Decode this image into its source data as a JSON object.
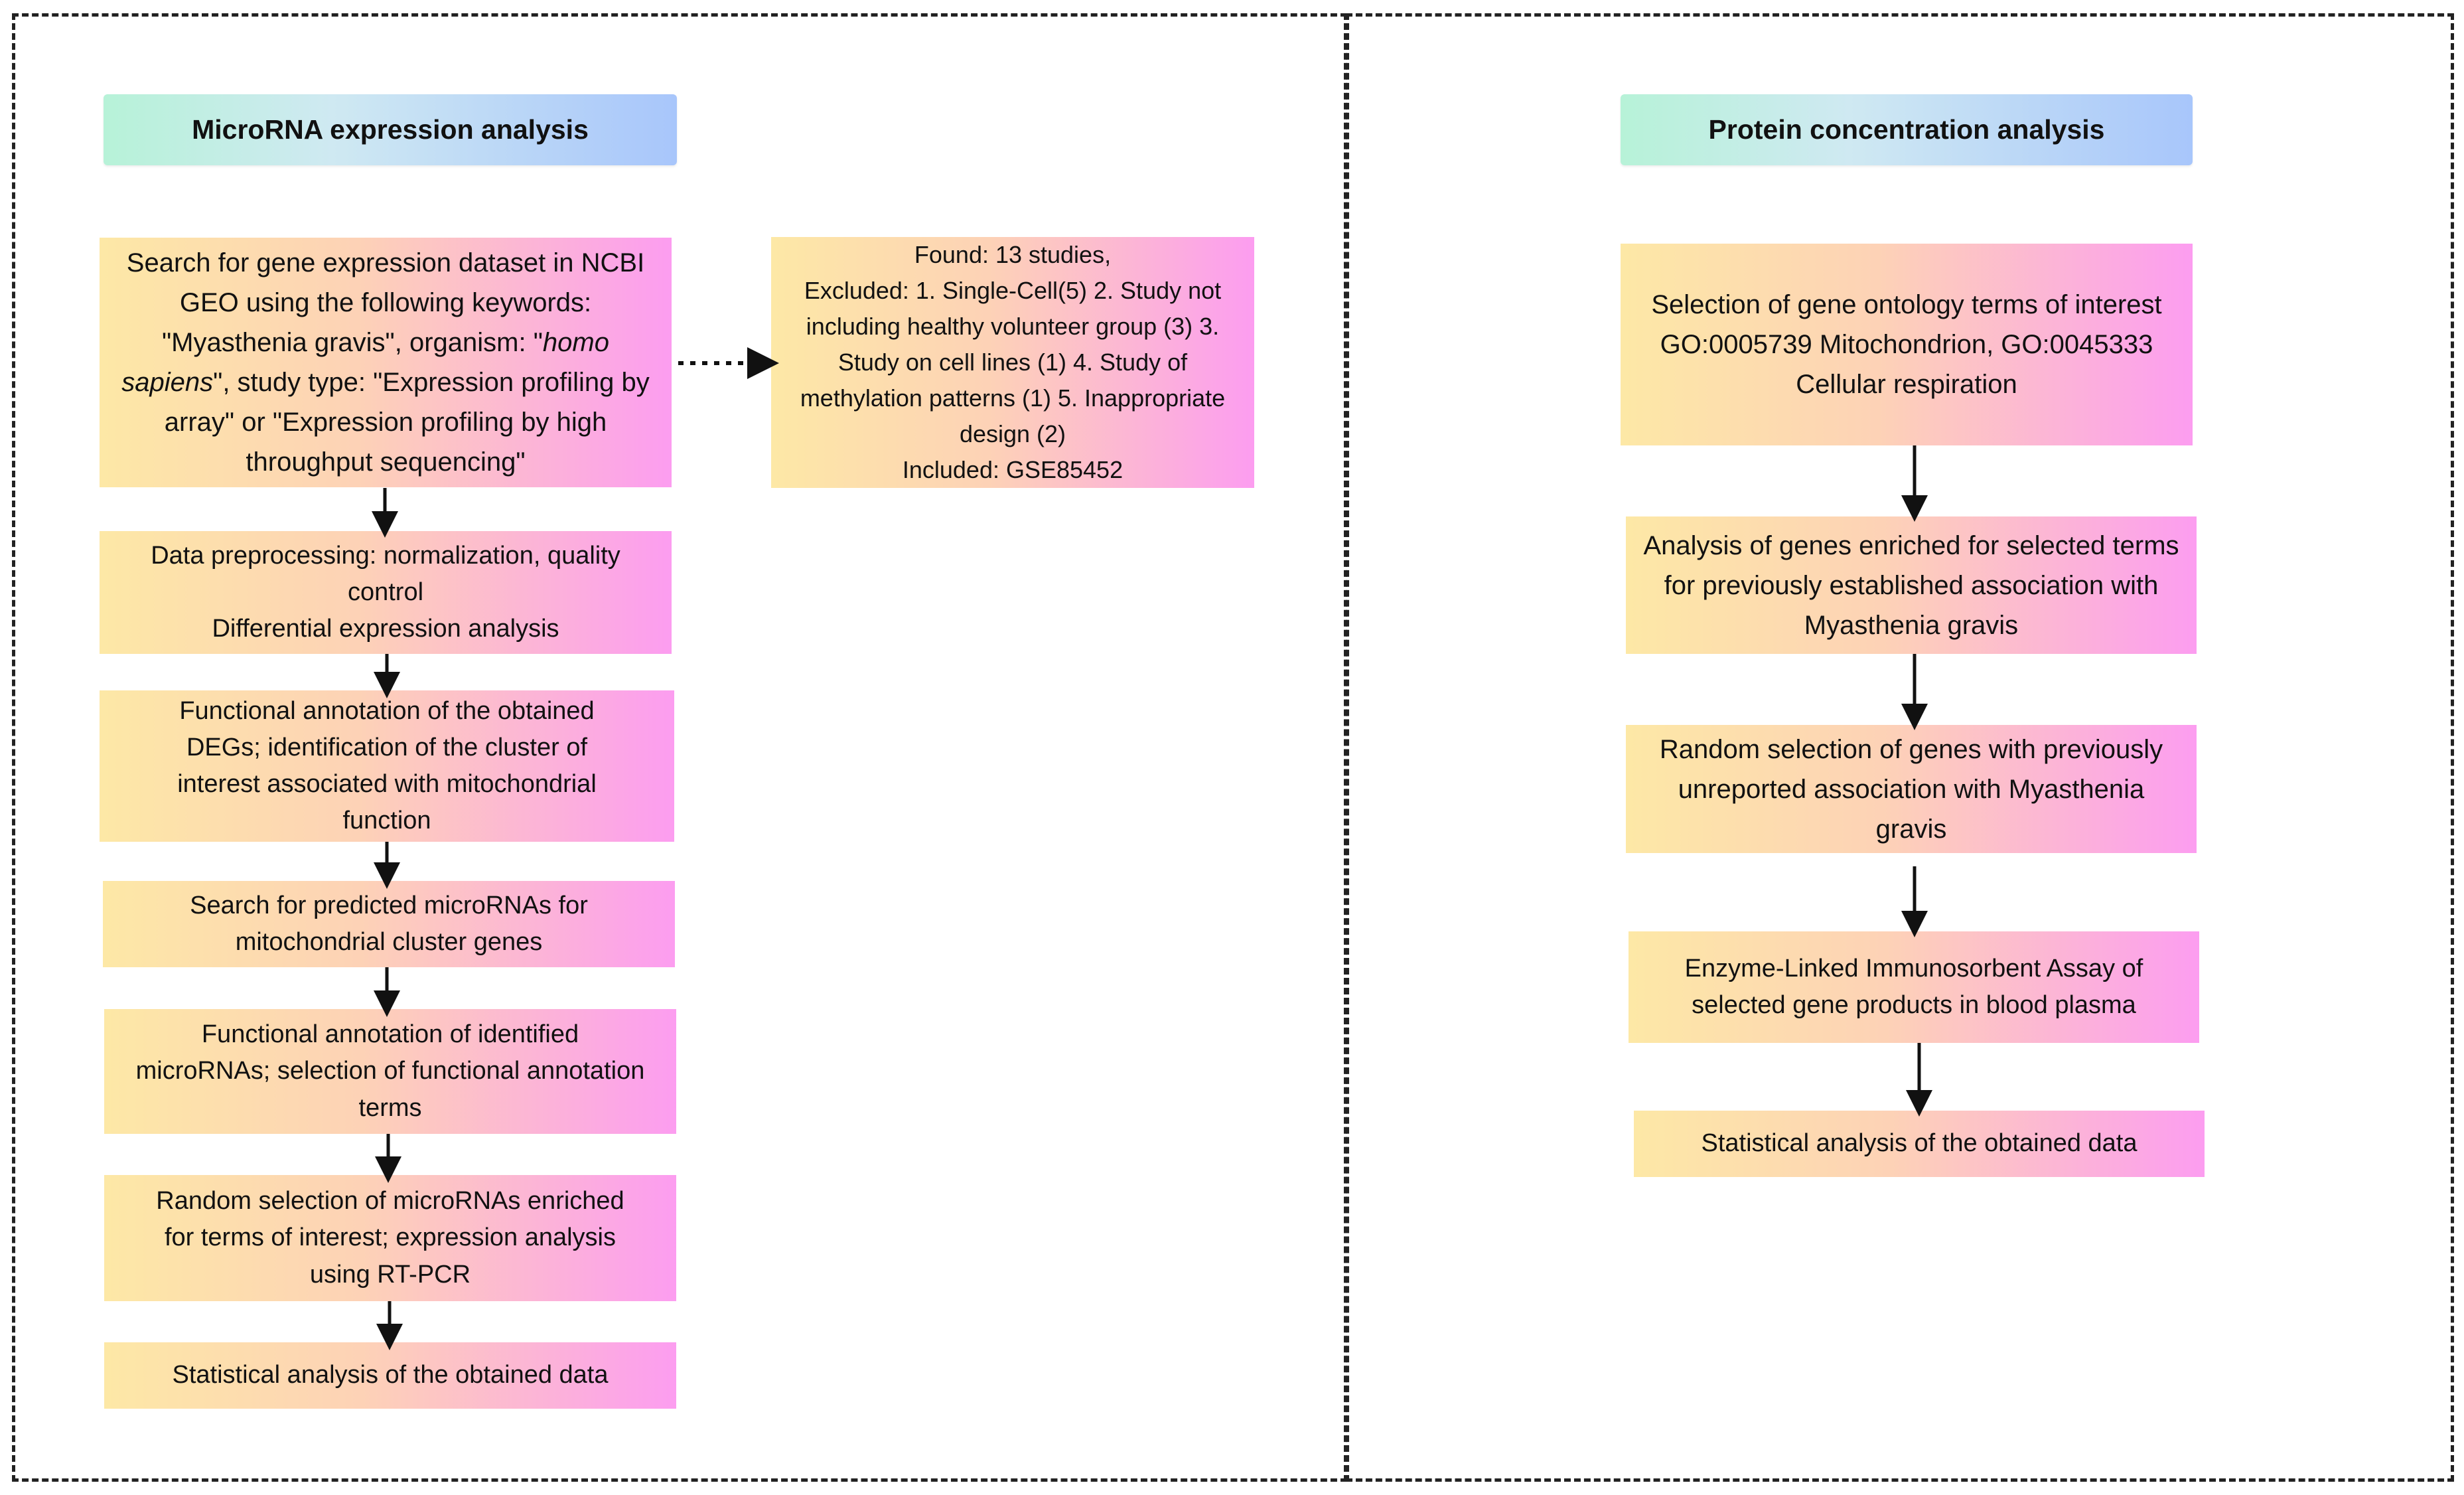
{
  "left_panel": {
    "title": "MicroRNA expression analysis",
    "search_box": {
      "line1": "Search for gene expression dataset in NCBI",
      "line2": "GEO using the following keywords:",
      "line3_a": "\"Myasthenia gravis\", organism: \"",
      "line3_italic": "homo",
      "line4_italic": "sapiens",
      "line4_b": "\", study type: \"Expression profiling by",
      "line5": "array\" or \"Expression profiling by high",
      "line6": "throughput sequencing\""
    },
    "found_box": {
      "text": "Found: 13 studies,\nExcluded: 1. Single-Cell(5) 2. Study not\nincluding healthy volunteer group (3) 3.\nStudy on cell lines (1) 4. Study of\nmethylation patterns (1) 5. Inappropriate\ndesign (2)\nIncluded: GSE85452"
    },
    "steps": [
      "Data preprocessing: normalization, quality\ncontrol\nDifferential expression analysis",
      "Functional annotation of the obtained\nDEGs; identification of the cluster of\ninterest associated with mitochondrial\nfunction",
      "Search for predicted microRNAs for\nmitochondrial cluster genes",
      "Functional annotation of identified\nmicroRNAs; selection of functional annotation\nterms",
      "Random selection of microRNAs enriched\nfor terms of interest; expression analysis\nusing RT-PCR",
      "Statistical analysis of the obtained data"
    ]
  },
  "right_panel": {
    "title": "Protein concentration analysis",
    "steps": [
      "Selection of gene ontology terms of interest\nGO:0005739 Mitochondrion, GO:0045333\nCellular respiration",
      "Analysis of genes enriched for selected terms\nfor previously established association with\nMyasthenia gravis",
      "Random selection of genes with previously\nunreported association with Myasthenia\ngravis",
      "Enzyme-Linked Immunosorbent Assay of\nselected gene products in blood plasma",
      "Statistical analysis of the obtained data"
    ]
  },
  "colors": {
    "header_gradient": [
      "#b7f2d8",
      "#a8c6fb"
    ],
    "box_gradient": [
      "#fde8a6",
      "#fc9df0"
    ],
    "border": "#222222",
    "arrow": "#111111"
  }
}
